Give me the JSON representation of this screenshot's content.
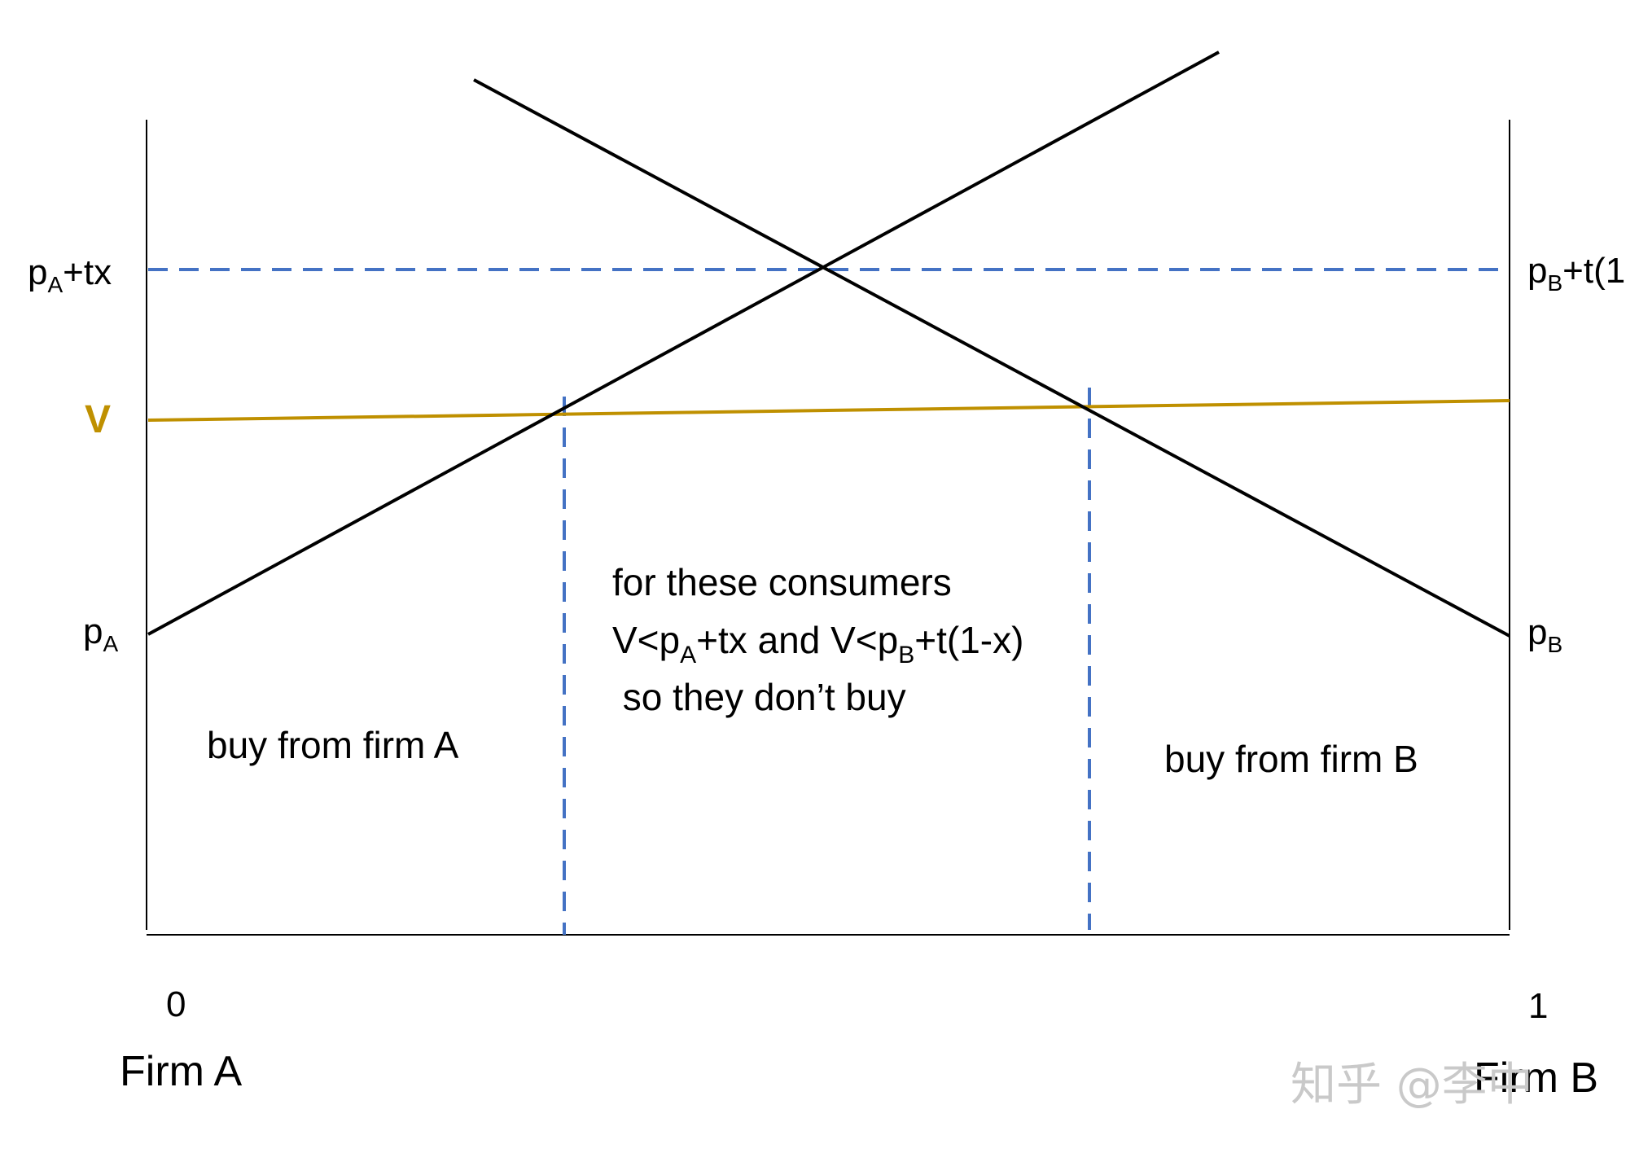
{
  "labels": {
    "pa_tx_p": "p",
    "pa_tx_sub": "A",
    "pa_tx_rest": "+tx",
    "pb_t_p": "p",
    "pb_t_sub": "B",
    "pb_t_rest": "+t(1",
    "v": "V",
    "pa_p": "p",
    "pa_sub": "A",
    "pb_p": "p",
    "pb_sub": "B",
    "zero": "0",
    "one": "1",
    "firm_a": "Firm A",
    "firm_b": "Firm B",
    "buy_a": "buy from firm A",
    "buy_b": "buy from firm B",
    "mid_line1": "for these consumers",
    "mid_line2_a": "V<p",
    "mid_line2_sub_a": "A",
    "mid_line2_b": "+tx and V<p",
    "mid_line2_sub_b": "B",
    "mid_line2_c": "+t(1-x)",
    "mid_line3": " so they don’t buy"
  },
  "watermark": "知乎 @李中",
  "colors": {
    "axis": "#000000",
    "dashed": "#4472c4",
    "v_line": "#bf9000",
    "v_label": "#bf9000"
  }
}
